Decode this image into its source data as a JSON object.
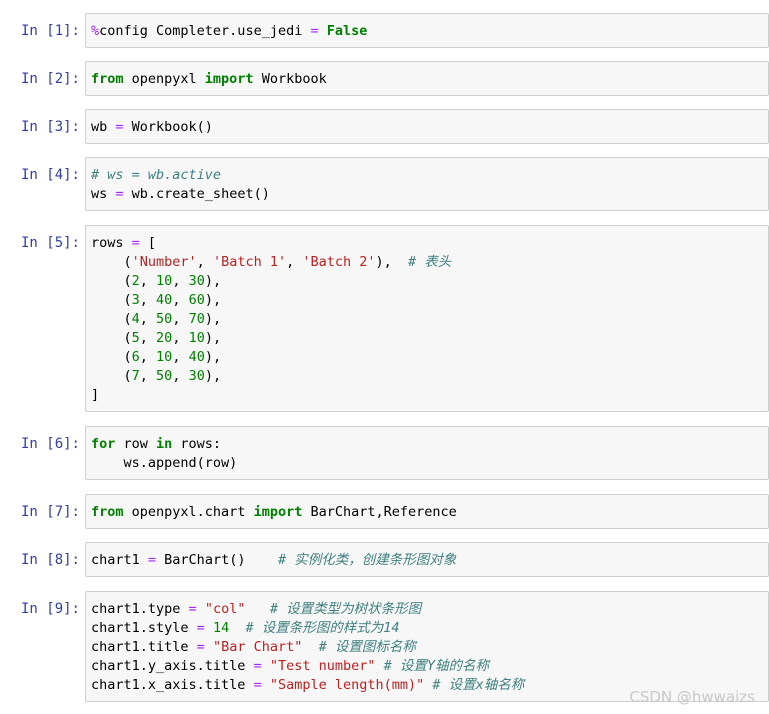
{
  "cells": [
    {
      "prompt": "In  [1]:",
      "lines": [
        {
          "tokens": [
            [
              "op",
              "%"
            ],
            [
              "",
              "config Completer.use_jedi "
            ],
            [
              "op",
              "="
            ],
            [
              "",
              ""
            ],
            [
              "",
              ""
            ],
            [
              "kw",
              " False"
            ]
          ]
        }
      ]
    },
    {
      "prompt": "In  [2]:",
      "lines": [
        {
          "tokens": [
            [
              "kw",
              "from"
            ],
            [
              "",
              " openpyxl "
            ],
            [
              "kw",
              "import"
            ],
            [
              "",
              " Workbook"
            ]
          ]
        }
      ]
    },
    {
      "prompt": "In  [3]:",
      "lines": [
        {
          "tokens": [
            [
              "",
              "wb "
            ],
            [
              "op",
              "="
            ],
            [
              "",
              " Workbook()"
            ]
          ]
        }
      ]
    },
    {
      "prompt": "In  [4]:",
      "lines": [
        {
          "tokens": [
            [
              "cm",
              "# ws = wb.active"
            ]
          ]
        },
        {
          "tokens": [
            [
              "",
              "ws "
            ],
            [
              "op",
              "="
            ],
            [
              "",
              " wb.create_sheet()"
            ]
          ]
        }
      ]
    },
    {
      "prompt": "In  [5]:",
      "lines": [
        {
          "tokens": [
            [
              "",
              "rows "
            ],
            [
              "op",
              "="
            ],
            [
              "",
              " ["
            ]
          ]
        },
        {
          "tokens": [
            [
              "",
              "    ("
            ],
            [
              "str",
              "'Number'"
            ],
            [
              "",
              ", "
            ],
            [
              "str",
              "'Batch 1'"
            ],
            [
              "",
              ", "
            ],
            [
              "str",
              "'Batch 2'"
            ],
            [
              "",
              "),  "
            ],
            [
              "cm",
              "# 表头"
            ]
          ]
        },
        {
          "tokens": [
            [
              "",
              "    ("
            ],
            [
              "num",
              "2"
            ],
            [
              "",
              ", "
            ],
            [
              "num",
              "10"
            ],
            [
              "",
              ", "
            ],
            [
              "num",
              "30"
            ],
            [
              "",
              "),"
            ]
          ]
        },
        {
          "tokens": [
            [
              "",
              "    ("
            ],
            [
              "num",
              "3"
            ],
            [
              "",
              ", "
            ],
            [
              "num",
              "40"
            ],
            [
              "",
              ", "
            ],
            [
              "num",
              "60"
            ],
            [
              "",
              "),"
            ]
          ]
        },
        {
          "tokens": [
            [
              "",
              "    ("
            ],
            [
              "num",
              "4"
            ],
            [
              "",
              ", "
            ],
            [
              "num",
              "50"
            ],
            [
              "",
              ", "
            ],
            [
              "num",
              "70"
            ],
            [
              "",
              "),"
            ]
          ]
        },
        {
          "tokens": [
            [
              "",
              "    ("
            ],
            [
              "num",
              "5"
            ],
            [
              "",
              ", "
            ],
            [
              "num",
              "20"
            ],
            [
              "",
              ", "
            ],
            [
              "num",
              "10"
            ],
            [
              "",
              "),"
            ]
          ]
        },
        {
          "tokens": [
            [
              "",
              "    ("
            ],
            [
              "num",
              "6"
            ],
            [
              "",
              ", "
            ],
            [
              "num",
              "10"
            ],
            [
              "",
              ", "
            ],
            [
              "num",
              "40"
            ],
            [
              "",
              "),"
            ]
          ]
        },
        {
          "tokens": [
            [
              "",
              "    ("
            ],
            [
              "num",
              "7"
            ],
            [
              "",
              ", "
            ],
            [
              "num",
              "50"
            ],
            [
              "",
              ", "
            ],
            [
              "num",
              "30"
            ],
            [
              "",
              "),"
            ]
          ]
        },
        {
          "tokens": [
            [
              "",
              "]"
            ]
          ]
        }
      ]
    },
    {
      "prompt": "In  [6]:",
      "lines": [
        {
          "tokens": [
            [
              "kw",
              "for"
            ],
            [
              "",
              " row "
            ],
            [
              "kw",
              "in"
            ],
            [
              "",
              " rows:"
            ]
          ]
        },
        {
          "tokens": [
            [
              "",
              "    ws.append(row)"
            ]
          ]
        }
      ]
    },
    {
      "prompt": "In  [7]:",
      "lines": [
        {
          "tokens": [
            [
              "kw",
              "from"
            ],
            [
              "",
              " openpyxl.chart "
            ],
            [
              "kw",
              "import"
            ],
            [
              "",
              " BarChart,Reference"
            ]
          ]
        }
      ]
    },
    {
      "prompt": "In  [8]:",
      "lines": [
        {
          "tokens": [
            [
              "",
              "chart1 "
            ],
            [
              "op",
              "="
            ],
            [
              "",
              " BarChart()    "
            ],
            [
              "cm",
              "# 实例化类，创建条形图对象"
            ]
          ]
        }
      ]
    },
    {
      "prompt": "In  [9]:",
      "lines": [
        {
          "tokens": [
            [
              "",
              "chart1.type "
            ],
            [
              "op",
              "="
            ],
            [
              "",
              " "
            ],
            [
              "str",
              "\"col\""
            ],
            [
              "",
              "   "
            ],
            [
              "cm",
              "# 设置类型为树状条形图"
            ]
          ]
        },
        {
          "tokens": [
            [
              "",
              "chart1.style "
            ],
            [
              "op",
              "="
            ],
            [
              "",
              " "
            ],
            [
              "num",
              "14"
            ],
            [
              "",
              "  "
            ],
            [
              "cm",
              "# 设置条形图的样式为14"
            ]
          ]
        },
        {
          "tokens": [
            [
              "",
              "chart1.title "
            ],
            [
              "op",
              "="
            ],
            [
              "",
              " "
            ],
            [
              "str",
              "\"Bar Chart\""
            ],
            [
              "",
              "  "
            ],
            [
              "cm",
              "# 设置图标名称"
            ]
          ]
        },
        {
          "tokens": [
            [
              "",
              "chart1.y_axis.title "
            ],
            [
              "op",
              "="
            ],
            [
              "",
              " "
            ],
            [
              "str",
              "\"Test number\""
            ],
            [
              "",
              " "
            ],
            [
              "cm",
              "# 设置Y轴的名称"
            ]
          ]
        },
        {
          "tokens": [
            [
              "",
              "chart1.x_axis.title "
            ],
            [
              "op",
              "="
            ],
            [
              "",
              " "
            ],
            [
              "str",
              "\"Sample length(mm)\""
            ],
            [
              "",
              " "
            ],
            [
              "cm",
              "# 设置x轴名称"
            ]
          ]
        }
      ]
    }
  ],
  "watermark": "CSDN @hwwaizs"
}
